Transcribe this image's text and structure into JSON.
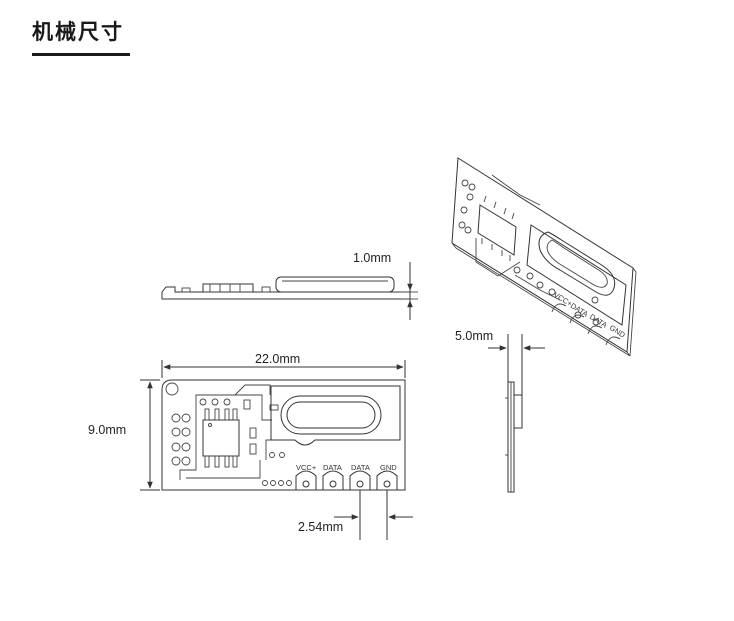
{
  "title": "机械尺寸",
  "dimensions": {
    "thickness": "1.0mm",
    "length": "22.0mm",
    "width": "9.0mm",
    "side_height": "5.0mm",
    "pin_pitch": "2.54mm"
  },
  "pins": {
    "vcc": "VCC+",
    "data1": "DATA",
    "data2": "DATA",
    "gnd": "GND"
  }
}
